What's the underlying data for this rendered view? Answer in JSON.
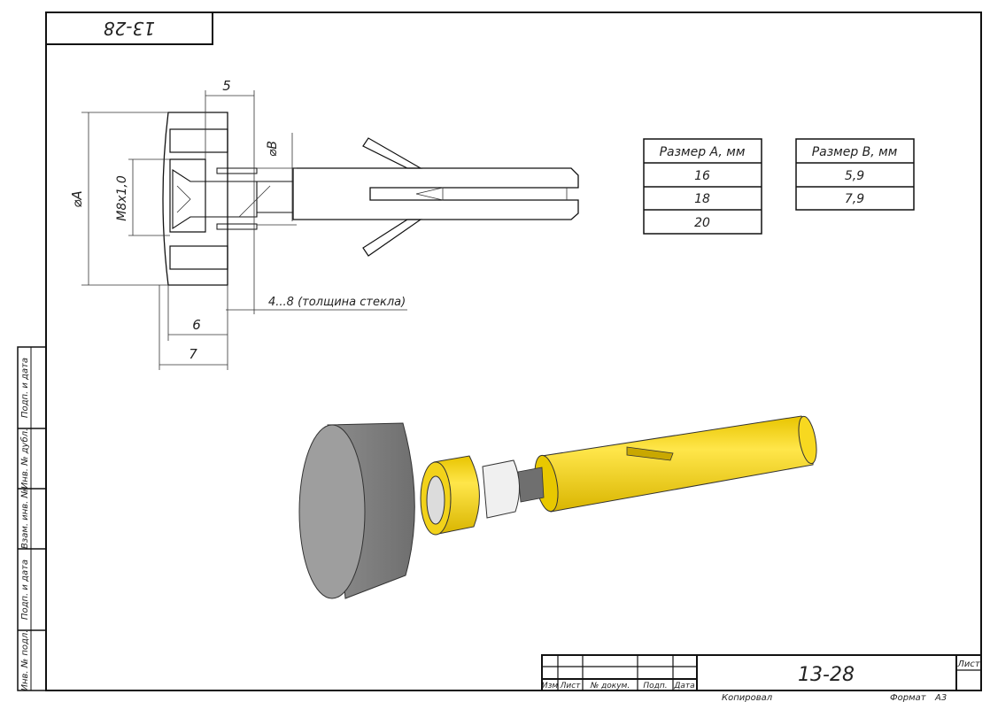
{
  "stamp_corner": "13-28",
  "dimensions": {
    "d5": "5",
    "phiB": "⌀B",
    "phiA": "⌀A",
    "thread": "M8x1,0",
    "glass": "4...8 (толщина стекла)",
    "d6": "6",
    "d7": "7"
  },
  "table_a": {
    "header": "Размер A, мм",
    "rows": [
      "16",
      "18",
      "20"
    ]
  },
  "table_b": {
    "header": "Размер B, мм",
    "rows": [
      "5,9",
      "7,9"
    ]
  },
  "side_strip": [
    "Подп. и дата",
    "Инв. № дубл.",
    "Взам. инв. №",
    "Подп. и дата",
    "Инв. № подл."
  ],
  "title_block": {
    "columns": [
      "Изм",
      "Лист",
      "№ докум.",
      "Подп.",
      "Дата"
    ],
    "designation": "13-28",
    "sheet_label": "Лист"
  },
  "footer": {
    "copied": "Копировал",
    "format_label": "Формат",
    "format_value": "A3"
  },
  "colors": {
    "yellow": "#f2d21a",
    "grey": "#9a9a9a"
  }
}
